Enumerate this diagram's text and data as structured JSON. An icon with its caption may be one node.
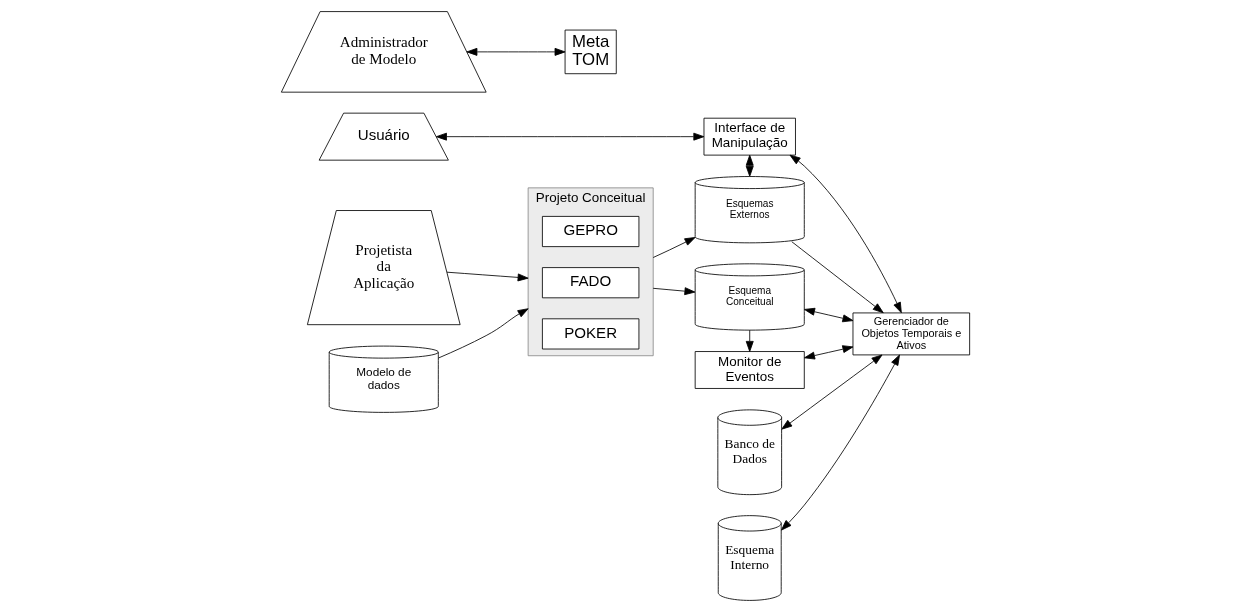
{
  "diagram": {
    "nodes": [
      {
        "text": [
          "Usuário"
        ]
      },
      {
        "text": [
          "Interface de Manipulação"
        ]
      },
      {
        "text": [
          "Projeto Conceitual"
        ]
      },
      {
        "text": [
          "GEPRO"
        ],
        "in": 2
      },
      {
        "text": [
          "FADO"
        ],
        "in": 2
      },
      {
        "text": [
          "POKER"
        ],
        "in": 2
      },
      {
        "text": [
          "Esquemas Externos"
        ]
      },
      {
        "text": [
          "Gerenciador de Objetos Temporais e Ativos"
        ]
      },
      {
        "text": [
          "Projetista da Aplicação"
        ]
      },
      {
        "text": [
          "Esquema Conceitual"
        ]
      },
      {
        "text": [
          "Administrador de Modelo"
        ]
      },
      {
        "text": [
          "Meta TOM"
        ]
      },
      {
        "text": [
          "Modelo de dados"
        ]
      },
      {
        "text": [
          "Monitor de Eventos"
        ]
      },
      {
        "text": [
          "Banco de Dados"
        ]
      },
      {
        "text": [
          "Esquema Interno"
        ]
      }
    ],
    "edges": [
      {
        "from": 0,
        "to": 1,
        "arrow": "both"
      },
      {
        "from": 1,
        "to": 6,
        "arrow": "both"
      },
      {
        "from": 1,
        "to": 7,
        "arrow": "both"
      },
      {
        "from": 2,
        "to": 6,
        "arrow": "to"
      },
      {
        "from": 8,
        "to": 2,
        "arrow": "to"
      },
      {
        "from": 2,
        "to": 9,
        "arrow": "to"
      },
      {
        "from": 12,
        "to": 2,
        "arrow": "to"
      },
      {
        "from": 10,
        "to": 11,
        "arrow": "both"
      },
      {
        "from": 6,
        "to": 7,
        "arrow": "to"
      },
      {
        "from": 9,
        "to": 7,
        "arrow": "both"
      },
      {
        "from": 9,
        "to": 13,
        "arrow": "to"
      },
      {
        "from": 13,
        "to": 7,
        "arrow": "both"
      },
      {
        "from": 14,
        "to": 7,
        "arrow": "both"
      },
      {
        "from": 15,
        "to": 7,
        "arrow": "both"
      }
    ]
  }
}
